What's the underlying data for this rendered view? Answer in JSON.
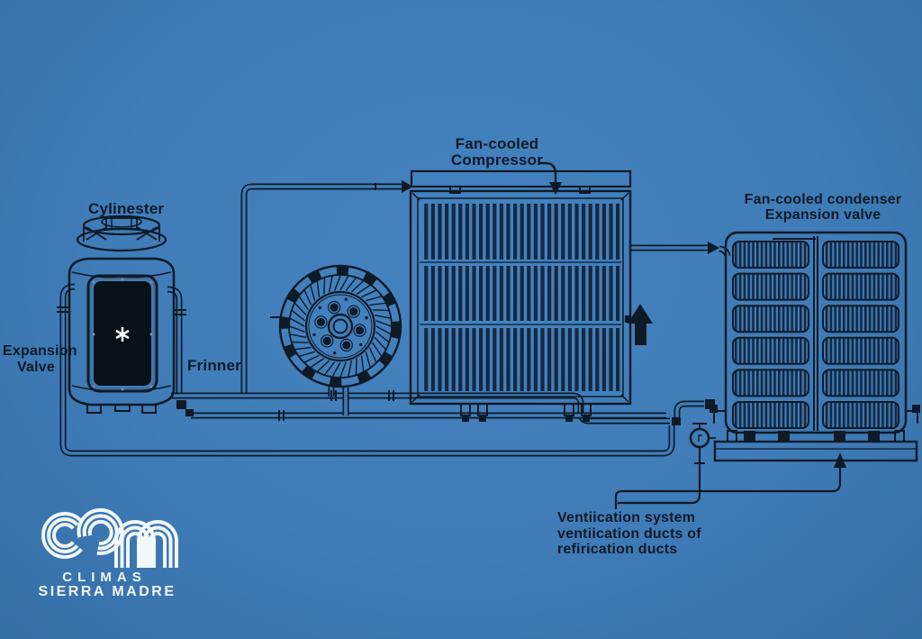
{
  "colors": {
    "bg": "#3f7cb8",
    "line": "#0e1a26",
    "fin": "#152840",
    "white": "#f2f7fa",
    "window": "#081019"
  },
  "labels": {
    "compressor": {
      "line1": "Fan-cooled",
      "line2": "Compressor"
    },
    "cylinder": "Cylinester",
    "expansion_valve": {
      "line1": "Expansion",
      "line2": "Valve"
    },
    "frinner": "Frinner",
    "condenser": {
      "line1": "Fan-cooled condenser",
      "line2": "Expansion valve"
    },
    "ventilation": {
      "line1": "Ventiication system",
      "line2": "ventiication ducts of",
      "line3": "refirication ducts"
    }
  },
  "logo": {
    "line1": "CLIMAS",
    "line2": "SIERRA MADRE"
  },
  "icons": {
    "snowflake": "snowflake-icon",
    "gauge": "pressure-gauge-icon",
    "flow_arrows": "flow-arrow"
  }
}
